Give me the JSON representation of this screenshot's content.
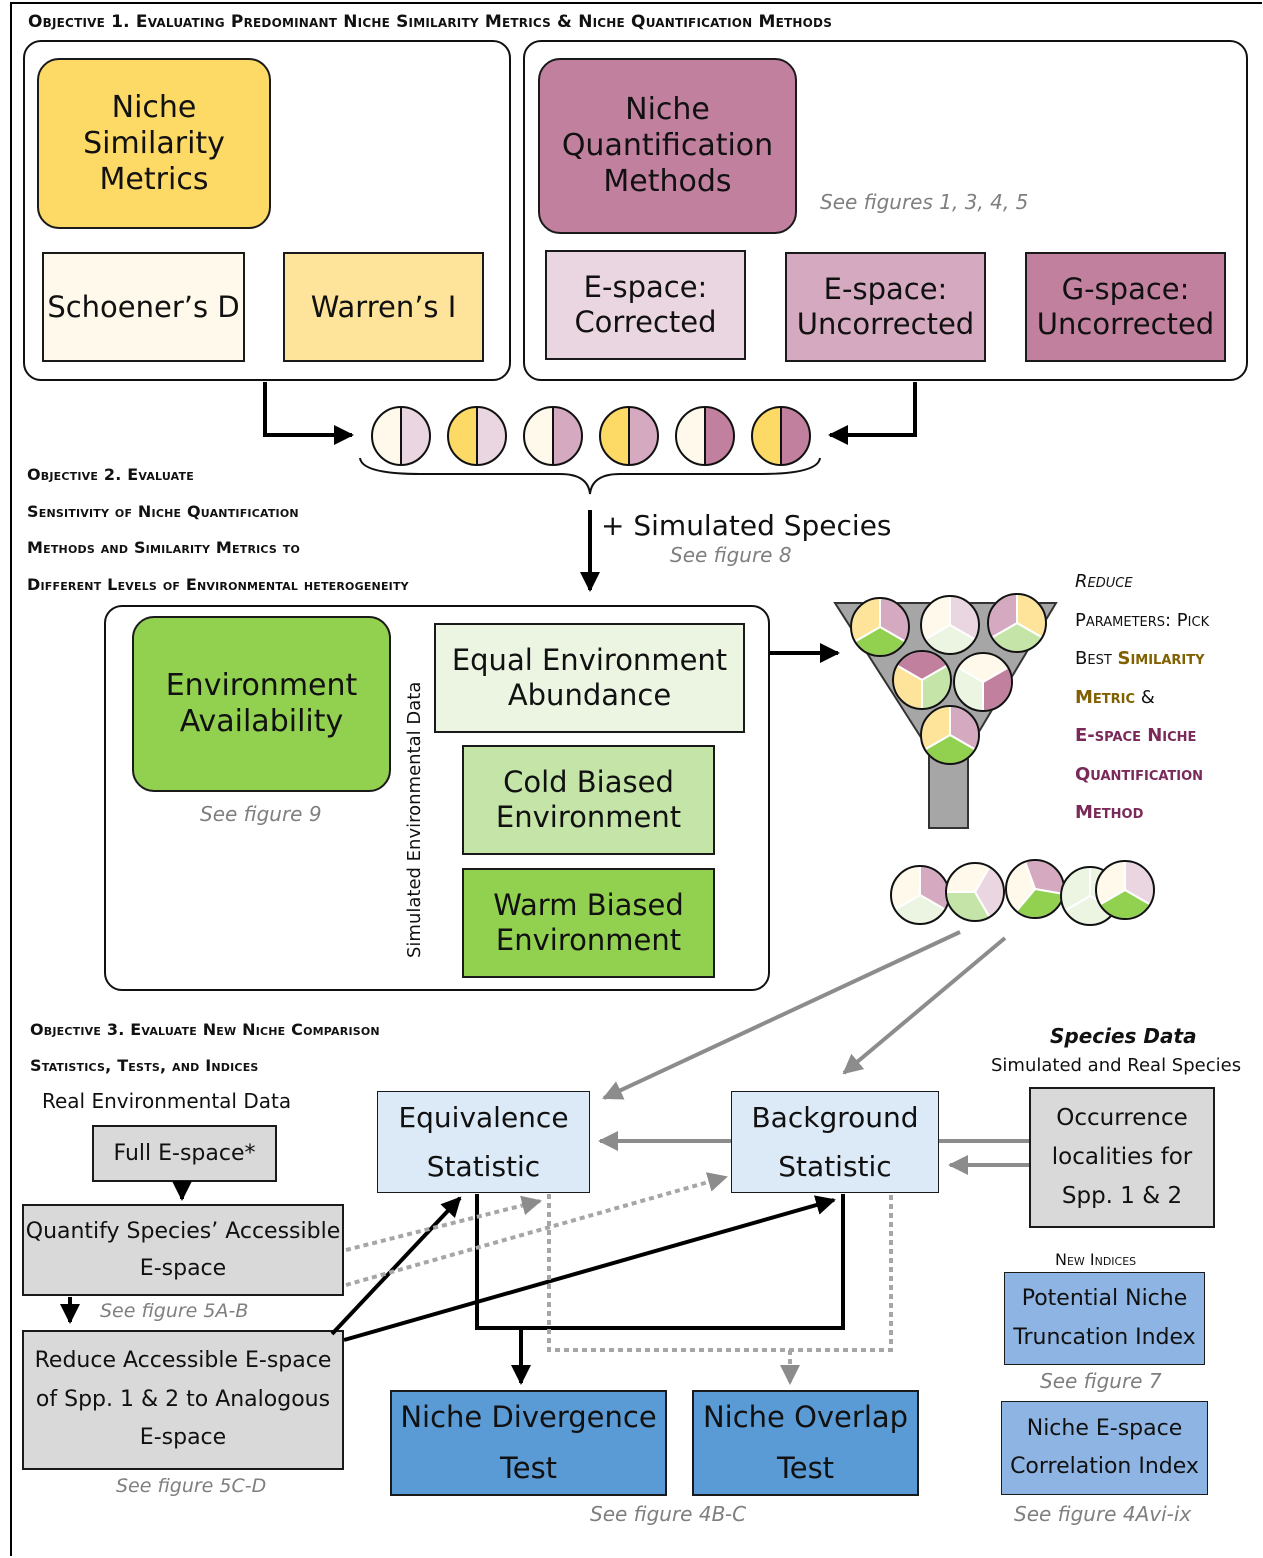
{
  "objective1": {
    "heading": "Objective 1. Evaluating Predominant Niche Similarity Metrics & Niche Quantification Methods",
    "similarity_metrics": "Niche Similarity Metrics",
    "schoeners_d": "Schoener’s D",
    "warrens_i": "Warren’s I",
    "quantification_methods": "Niche Quantification Methods",
    "see_figures": "See figures 1, 3, 4, 5",
    "espace_corrected": "E-space: Corrected",
    "espace_uncorrected": "E-space: Uncorrected",
    "gspace_uncorrected": "G-space: Uncorrected"
  },
  "objective2": {
    "heading_lines": [
      "Objective 2. Evaluate",
      "Sensitivity of Niche Quantification",
      "Methods and Similarity Metrics to",
      "Different Levels of Environmental heterogeneity"
    ],
    "simulated_species": "+ Simulated Species",
    "see_figure8": "See figure 8",
    "environment_availability": "Environment Availability",
    "see_figure9": "See figure 9",
    "simulated_env_data": "Simulated Environmental Data",
    "equal_env": "Equal Environment Abundance",
    "cold_biased": "Cold Biased Environment",
    "warm_biased": "Warm Biased Environment",
    "reduce_1": "Reduce",
    "reduce_2": "Parameters: Pick",
    "reduce_3a": "Best ",
    "reduce_3b": "Similarity",
    "reduce_4a": "Metric",
    "reduce_4b": " &",
    "reduce_5": "E-space Niche",
    "reduce_6": "Quantification",
    "reduce_7": "Method"
  },
  "objective3": {
    "heading_lines": [
      "Objective 3. Evaluate New Niche Comparison",
      "Statistics, Tests, and Indices"
    ],
    "real_env_data": "Real Environmental Data",
    "full_espace": "Full E-space*",
    "quantify_accessible": "Quantify Species’ Accessible E-space",
    "see_figure5ab": "See figure 5A-B",
    "reduce_accessible": "Reduce Accessible E-space of Spp. 1 & 2 to Analogous E-space",
    "see_figure5cd": "See figure 5C-D",
    "equivalence": "Equivalence Statistic",
    "background": "Background Statistic",
    "species_data": "Species Data",
    "sim_real_species": "Simulated and Real Species",
    "occurrence": "Occurrence localities for Spp. 1 & 2",
    "new_indices": "New Indices",
    "truncation_index": "Potential Niche Truncation Index",
    "see_figure7": "See figure 7",
    "correlation_index": "Niche E-space Correlation  Index",
    "see_figure4avi": "See figure 4Avi-ix",
    "divergence_test": "Niche Divergence Test",
    "overlap_test": "Niche Overlap Test",
    "see_figure4bc": "See figure 4B-C"
  },
  "colors": {
    "yellow_dark": "#fdd966",
    "yellow_light": "#fef9ea",
    "yellow_mid": "#fde49a",
    "mauve_dark": "#c2809f",
    "mauve_light": "#ead6e0",
    "mauve_mid": "#d5a9bf",
    "green_dark": "#92d050",
    "green_light": "#ebf5e1",
    "green_mid": "#c5e4a8",
    "gray_box": "#d9d9d9",
    "light_blue": "#dce9f6",
    "mid_blue": "#5b9bd5",
    "index_blue": "#8eb4e3",
    "label_gold": "#806000",
    "label_purple": "#7a2a58"
  }
}
